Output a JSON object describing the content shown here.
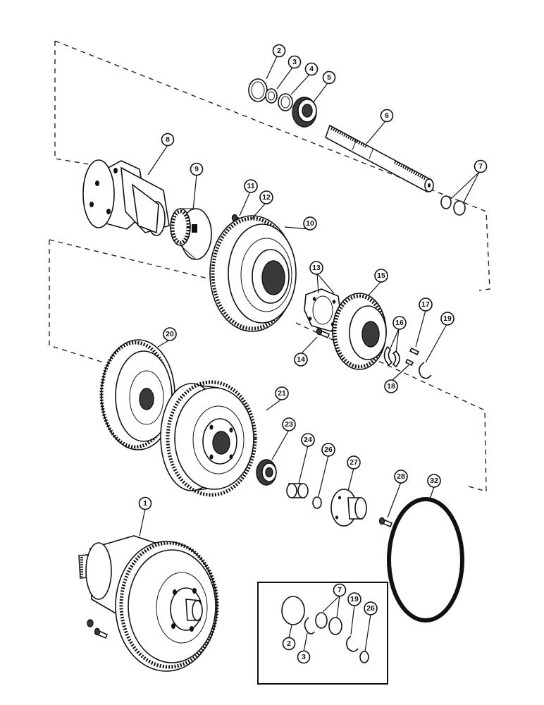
{
  "callouts": {
    "c1": "1",
    "c2": "2",
    "c3": "3",
    "c4": "4",
    "c5": "5",
    "c6": "6",
    "c7": "7",
    "c8": "8",
    "c9": "9",
    "c10": "10",
    "c11": "11",
    "c12": "12",
    "c13": "13",
    "c14": "14",
    "c15": "15",
    "c16": "16",
    "c17": "17",
    "c18": "18",
    "c19": "19",
    "c20": "20",
    "c21": "21",
    "c23": "23",
    "c24": "24",
    "c26": "26",
    "c27": "27",
    "c28": "28",
    "c32": "32"
  },
  "inset": {
    "c2": "2",
    "c3": "3",
    "c7": "7",
    "c19": "19",
    "c26": "26"
  }
}
